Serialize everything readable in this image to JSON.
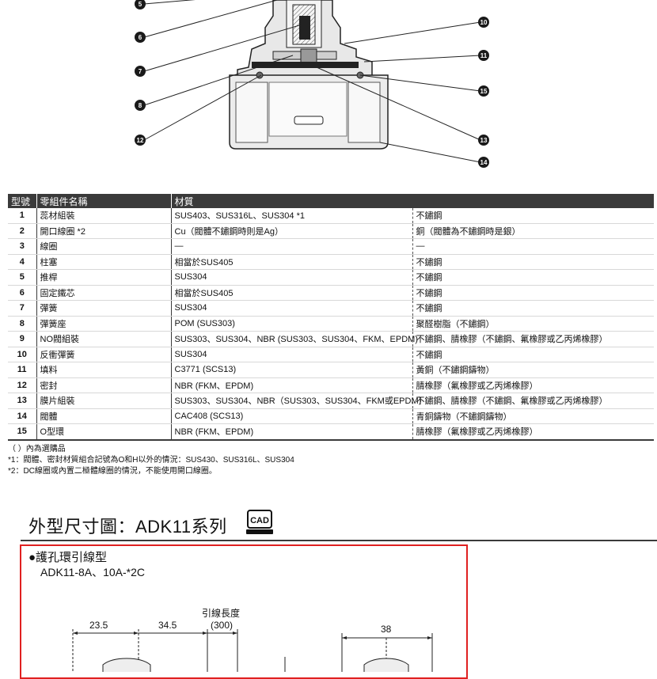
{
  "diagram": {
    "callouts": [
      "5",
      "6",
      "7",
      "8",
      "12",
      "10",
      "11",
      "15",
      "13",
      "14"
    ]
  },
  "table": {
    "headers": {
      "no": "型號",
      "name": "零組件名稱",
      "material": "材質"
    },
    "rows": [
      {
        "no": "1",
        "name": "蕊材組裝",
        "mat1": "SUS403、SUS316L、SUS304 *1",
        "mat2": "不鏽鋼"
      },
      {
        "no": "2",
        "name": "開口線圈 *2",
        "mat1": "Cu（閥體不鏽鋼時則是Ag）",
        "mat2": "銅（閥體為不鏽鋼時是銀）"
      },
      {
        "no": "3",
        "name": "線圈",
        "mat1": "—",
        "mat2": "—"
      },
      {
        "no": "4",
        "name": "柱塞",
        "mat1": "相當於SUS405",
        "mat2": "不鏽鋼"
      },
      {
        "no": "5",
        "name": "推桿",
        "mat1": "SUS304",
        "mat2": "不鏽鋼"
      },
      {
        "no": "6",
        "name": "固定鐵芯",
        "mat1": "相當於SUS405",
        "mat2": "不鏽鋼"
      },
      {
        "no": "7",
        "name": "彈簧",
        "mat1": "SUS304",
        "mat2": "不鏽鋼"
      },
      {
        "no": "8",
        "name": "彈簧座",
        "mat1": "POM (SUS303)",
        "mat2": "聚醛樹脂（不鏽鋼）"
      },
      {
        "no": "9",
        "name": "NO閥組裝",
        "mat1": "SUS303、SUS304、NBR (SUS303、SUS304、FKM、EPDM)",
        "mat2": "不鏽鋼、腈橡膠（不鏽鋼、氟橡膠或乙丙烯橡膠）"
      },
      {
        "no": "10",
        "name": "反衝彈簧",
        "mat1": "SUS304",
        "mat2": "不鏽鋼"
      },
      {
        "no": "11",
        "name": "填料",
        "mat1": "C3771 (SCS13)",
        "mat2": "黃銅（不鏽鋼鑄物）"
      },
      {
        "no": "12",
        "name": "密封",
        "mat1": "NBR (FKM、EPDM)",
        "mat2": "腈橡膠（氟橡膠或乙丙烯橡膠）"
      },
      {
        "no": "13",
        "name": "膜片組裝",
        "mat1": "SUS303、SUS304、NBR（SUS303、SUS304、FKM或EPDM）",
        "mat2": "不鏽鋼、腈橡膠（不鏽鋼、氟橡膠或乙丙烯橡膠）"
      },
      {
        "no": "14",
        "name": "閥體",
        "mat1": "CAC408 (SCS13)",
        "mat2": "青銅鑄物（不鏽鋼鑄物）"
      },
      {
        "no": "15",
        "name": "O型環",
        "mat1": "NBR (FKM、EPDM)",
        "mat2": "腈橡膠（氟橡膠或乙丙烯橡膠）"
      }
    ]
  },
  "notes": {
    "n0": "（ ）內為選購品",
    "n1": "*1：閥體、密封材質組合記號為O和H以外的情況：SUS430、SUS316L、SUS304",
    "n2": "*2：DC線圈或內置二極體線圈的情況，不能使用開口線圈。"
  },
  "section": {
    "title": "外型尺寸圖：ADK11系列",
    "cad_label": "CAD"
  },
  "dimension_box": {
    "heading": "●護孔環引線型",
    "model": "ADK11-8A、10A-*2C",
    "lead_length_label": "引線長度",
    "lead_length_value": "(300)",
    "dim_a": "23.5",
    "dim_b": "34.5",
    "dim_c": "38"
  },
  "colors": {
    "header_bg": "#3a3a3a",
    "frame_red": "#e02020",
    "callout_fill": "#1a1a1a"
  }
}
